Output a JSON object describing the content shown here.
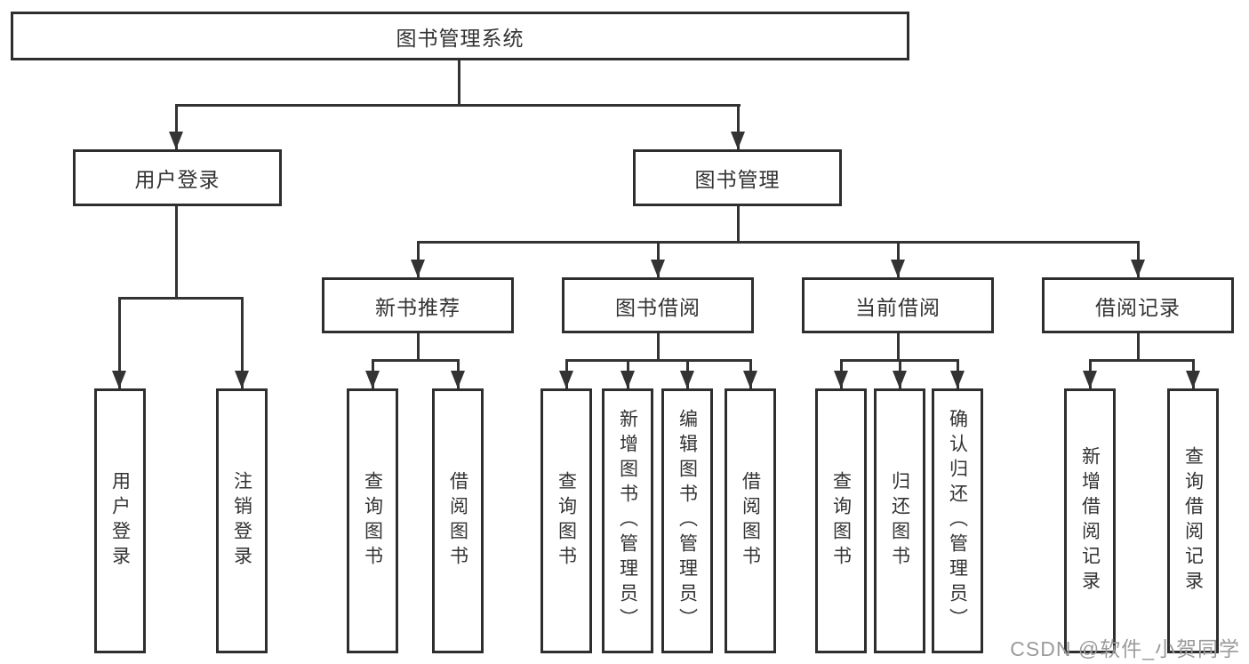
{
  "diagram": {
    "root": {
      "label": "图书管理系统"
    },
    "user_login": {
      "label": "用户登录",
      "children": [
        {
          "label": "用户登录"
        },
        {
          "label": "注销登录"
        }
      ]
    },
    "book_mgmt": {
      "label": "图书管理",
      "sections": {
        "new_books": {
          "label": "新书推荐",
          "children": [
            {
              "label": "查询图书"
            },
            {
              "label": "借阅图书"
            }
          ]
        },
        "book_borrow": {
          "label": "图书借阅",
          "children": [
            {
              "label": "查询图书"
            },
            {
              "label": "新增图书（管理员）"
            },
            {
              "label": "编辑图书（管理员）"
            },
            {
              "label": "借阅图书"
            }
          ]
        },
        "current_borrow": {
          "label": "当前借阅",
          "children": [
            {
              "label": "查询图书"
            },
            {
              "label": "归还图书"
            },
            {
              "label": "确认归还（管理员）"
            }
          ]
        },
        "borrow_records": {
          "label": "借阅记录",
          "children": [
            {
              "label": "新增借阅记录"
            },
            {
              "label": "查询借阅记录"
            }
          ]
        }
      }
    }
  },
  "watermark": {
    "text": "CSDN @软件_小贺同学"
  },
  "colors": {
    "line": "#333333",
    "box_border": "#2e2e2e",
    "box_background": "#ffffff",
    "text": "#333333",
    "watermark_text": "#9b9b9b"
  }
}
